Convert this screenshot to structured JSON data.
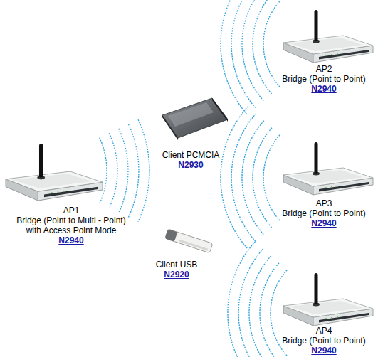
{
  "diagram": {
    "nodes": [
      {
        "text": [
          "AP2",
          "Bridge (Point to Point)",
          "N2940"
        ]
      },
      {
        "text": [
          "Client PCMCIA",
          "N2930"
        ]
      },
      {
        "text": [
          "AP1",
          "Bridge (Point to Multi - Point) with Access Point Mode",
          "N2940"
        ]
      },
      {
        "text": [
          "AP3",
          "Bridge (Point to Point)",
          "N2940"
        ]
      },
      {
        "text": [
          "Client USB",
          "N2920"
        ]
      },
      {
        "text": [
          "AP4",
          "Bridge (Point to Point)",
          "N2940"
        ]
      }
    ]
  }
}
